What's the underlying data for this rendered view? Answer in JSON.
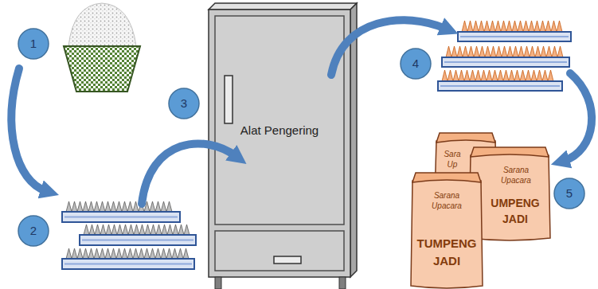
{
  "diagram": {
    "nodes": [
      {
        "text": [
          "Alat Pengering"
        ]
      },
      {
        "text": [
          "Sara Up"
        ]
      },
      {
        "text": [
          "Sarana Upacara",
          "UMPENG JADI"
        ]
      },
      {
        "text": [
          "Sarana Upacara",
          "TUMPENG JADI"
        ]
      }
    ],
    "labels": [
      "1",
      "2",
      "3",
      "4",
      "5"
    ]
  }
}
